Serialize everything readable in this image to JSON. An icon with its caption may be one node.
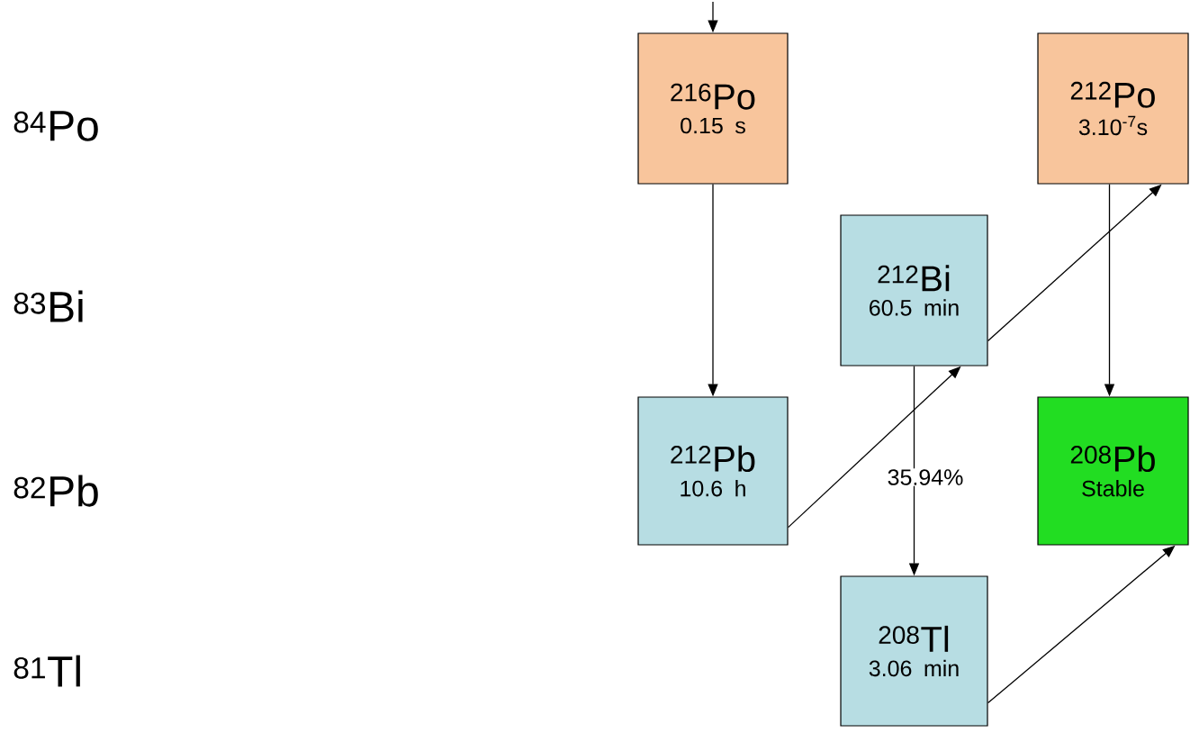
{
  "diagram": {
    "nodes": [
      {
        "text": [
          "$^{216}$Po",
          "0.15 s"
        ]
      },
      {
        "text": [
          "$^{212}$Po",
          "3.10$^{-7}$s"
        ]
      },
      {
        "text": [
          "$^{212}$Bi",
          "60.5 min"
        ]
      },
      {
        "text": [
          "$^{212}$Pb",
          "10.6 h"
        ]
      },
      {
        "text": [
          "$^{208}$Pb",
          "Stable"
        ]
      },
      {
        "text": [
          "$^{208}$Tl",
          "3.06 min"
        ]
      }
    ],
    "edges": [
      {
        "from": null,
        "to": 0,
        "arrow": "to"
      },
      {
        "from": 0,
        "to": 3,
        "arrow": "to"
      },
      {
        "from": 3,
        "to": 2,
        "arrow": "to"
      },
      {
        "from": 2,
        "to": 1,
        "arrow": "to"
      },
      {
        "from": 1,
        "to": 4,
        "arrow": "to"
      },
      {
        "from": 2,
        "to": 5,
        "arrow": "to",
        "label": "35.94%"
      },
      {
        "from": 5,
        "to": 4,
        "arrow": "to"
      }
    ],
    "labels": [
      "$^{84}$Po",
      "$^{83}$Bi",
      "$^{82}$Pb",
      "$^{81}$Tl"
    ]
  }
}
